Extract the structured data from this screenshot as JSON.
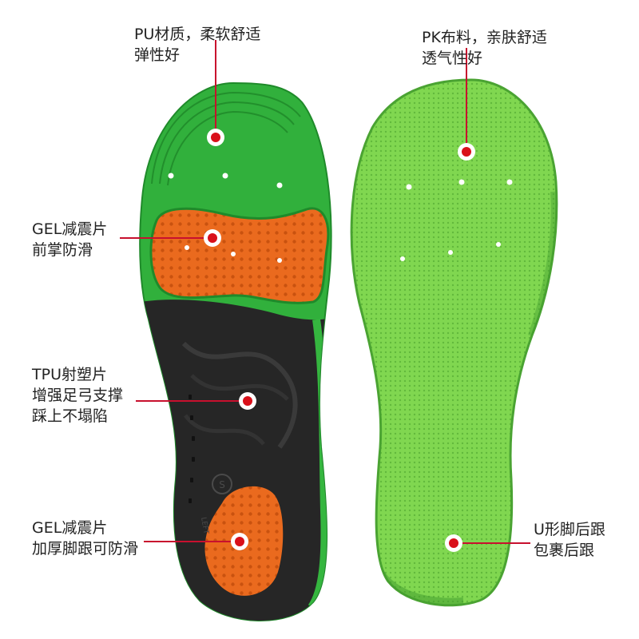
{
  "colors": {
    "pu_green": "#2fae3a",
    "pk_green": "#7fd44e",
    "gel_orange": "#e8651d",
    "tpu_black": "#262626",
    "marker_red": "#d9101a",
    "leader_line": "#c8102e"
  },
  "callouts": [
    {
      "id": "pu",
      "lines": [
        "PU材质，柔软舒适",
        "弹性好"
      ]
    },
    {
      "id": "gel_fore",
      "lines": [
        "GEL减震片",
        "前掌防滑"
      ]
    },
    {
      "id": "tpu",
      "lines": [
        "TPU射塑片",
        "增强足弓支撑",
        "踩上不塌陷"
      ]
    },
    {
      "id": "gel_heel",
      "lines": [
        "GEL减震片",
        "加厚脚跟可防滑"
      ]
    },
    {
      "id": "pk",
      "lines": [
        "PK布料，亲肤舒适",
        "透气性好"
      ]
    },
    {
      "id": "u_heel",
      "lines": [
        "U形脚后跟",
        "包裹后跟"
      ]
    }
  ],
  "insole_markings": {
    "size_mark": "S",
    "side_mark": "LEFT"
  }
}
